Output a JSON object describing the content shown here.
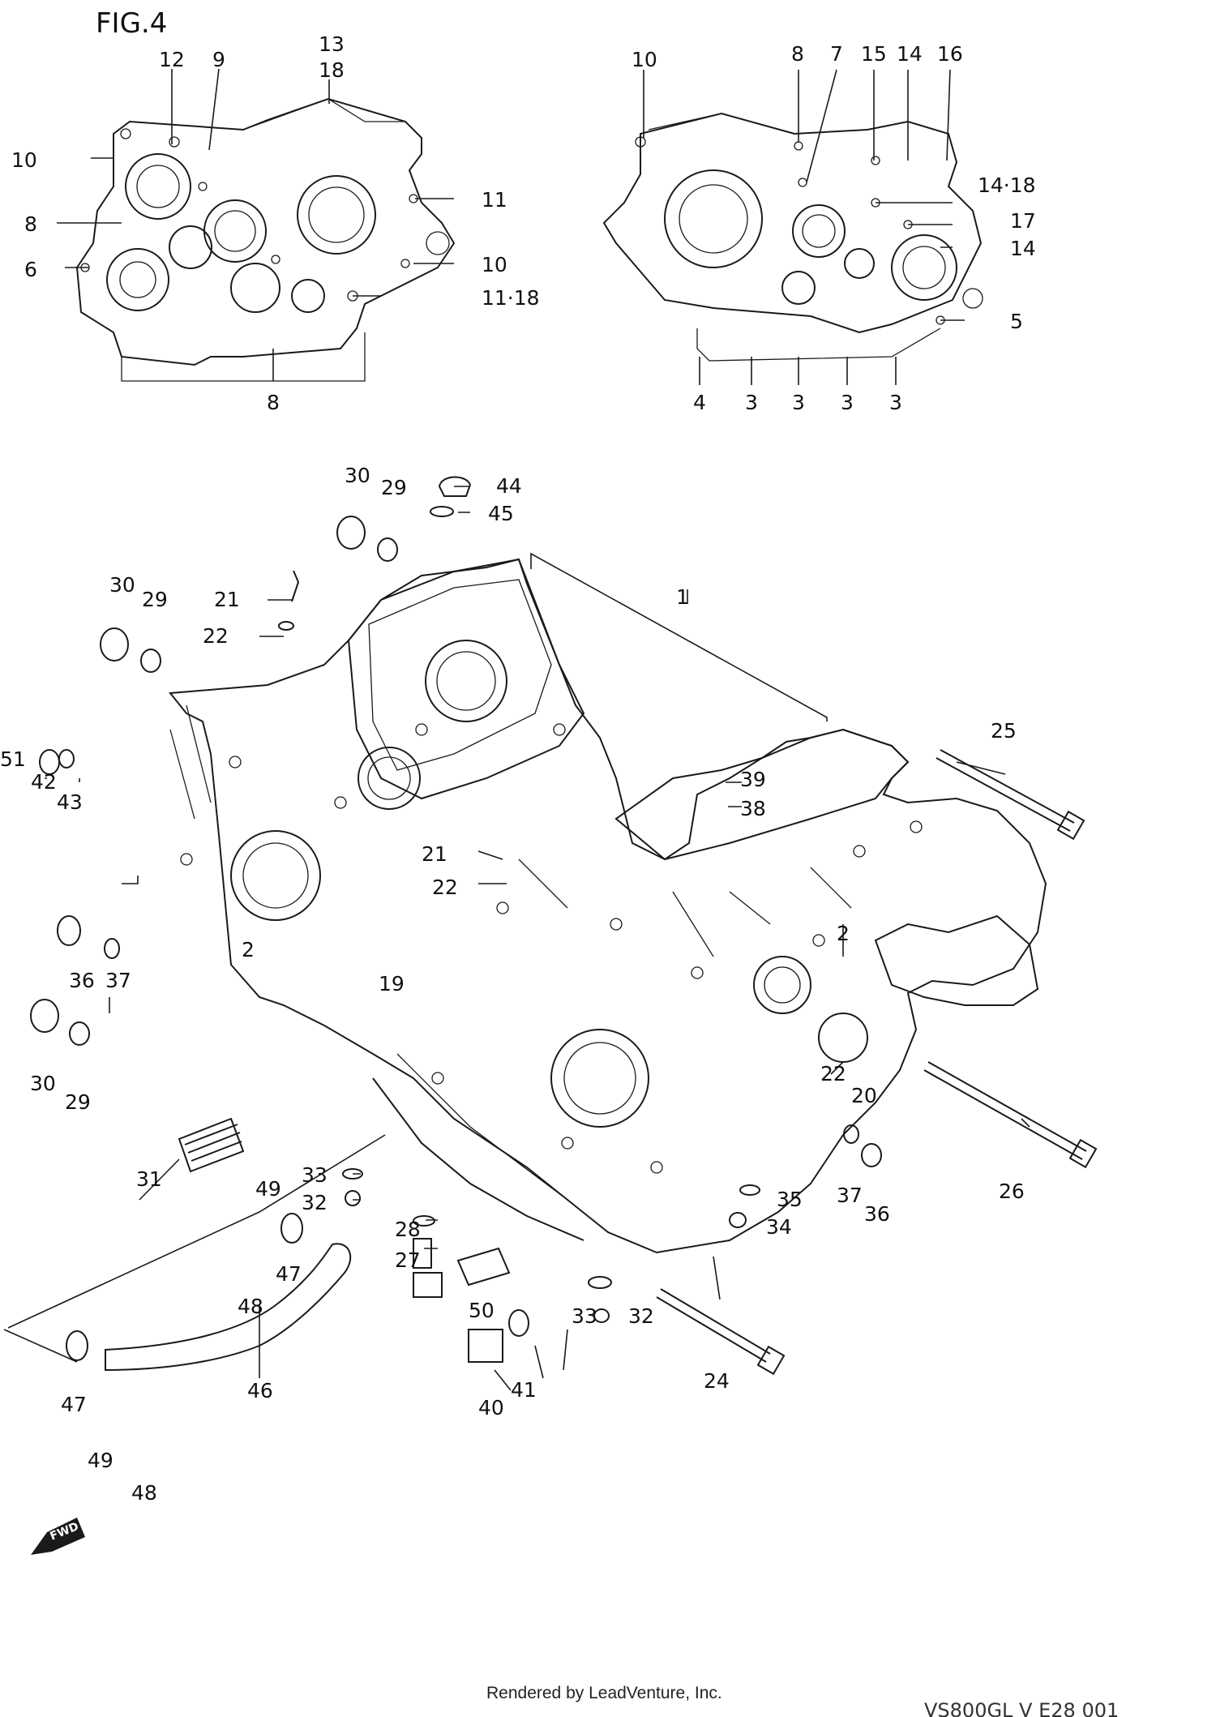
{
  "figure": {
    "title": "FIG.4",
    "footer": "Rendered by LeadVenture, Inc.",
    "drawing_code": "VS800GL V E28  001",
    "fwd_label": "FWD"
  },
  "callouts": [
    {
      "id": "c-12",
      "text": "12"
    },
    {
      "id": "c-9",
      "text": "9"
    },
    {
      "id": "c-13a",
      "text": "13"
    },
    {
      "id": "c-18a",
      "text": "18"
    },
    {
      "id": "c-10a",
      "text": "10"
    },
    {
      "id": "c-11a",
      "text": "11"
    },
    {
      "id": "c-8a",
      "text": "8"
    },
    {
      "id": "c-10b",
      "text": "10"
    },
    {
      "id": "c-6",
      "text": "6"
    },
    {
      "id": "c-11-18a",
      "text": "11·18"
    },
    {
      "id": "c-8b",
      "text": "8"
    },
    {
      "id": "c-10c",
      "text": "10"
    },
    {
      "id": "c-8c",
      "text": "8"
    },
    {
      "id": "c-7",
      "text": "7"
    },
    {
      "id": "c-15",
      "text": "15"
    },
    {
      "id": "c-14a",
      "text": "14"
    },
    {
      "id": "c-16",
      "text": "16"
    },
    {
      "id": "c-14-18",
      "text": "14·18"
    },
    {
      "id": "c-17",
      "text": "17"
    },
    {
      "id": "c-14b",
      "text": "14"
    },
    {
      "id": "c-5",
      "text": "5"
    },
    {
      "id": "c-4",
      "text": "4"
    },
    {
      "id": "c-3a",
      "text": "3"
    },
    {
      "id": "c-3b",
      "text": "3"
    },
    {
      "id": "c-3c",
      "text": "3"
    },
    {
      "id": "c-3d",
      "text": "3"
    },
    {
      "id": "c-30a",
      "text": "30"
    },
    {
      "id": "c-29a",
      "text": "29"
    },
    {
      "id": "c-44",
      "text": "44"
    },
    {
      "id": "c-45",
      "text": "45"
    },
    {
      "id": "c-1",
      "text": "1"
    },
    {
      "id": "c-30b",
      "text": "30"
    },
    {
      "id": "c-29b",
      "text": "29"
    },
    {
      "id": "c-21a",
      "text": "21"
    },
    {
      "id": "c-22a",
      "text": "22"
    },
    {
      "id": "c-25",
      "text": "25"
    },
    {
      "id": "c-51",
      "text": "51"
    },
    {
      "id": "c-42",
      "text": "42"
    },
    {
      "id": "c-43",
      "text": "43"
    },
    {
      "id": "c-39",
      "text": "39"
    },
    {
      "id": "c-38",
      "text": "38"
    },
    {
      "id": "c-21b",
      "text": "21"
    },
    {
      "id": "c-22b",
      "text": "22"
    },
    {
      "id": "c-2a",
      "text": "2"
    },
    {
      "id": "c-2b",
      "text": "2"
    },
    {
      "id": "c-36a",
      "text": "36"
    },
    {
      "id": "c-37a",
      "text": "37"
    },
    {
      "id": "c-19",
      "text": "19"
    },
    {
      "id": "c-30c",
      "text": "30"
    },
    {
      "id": "c-29c",
      "text": "29"
    },
    {
      "id": "c-22c",
      "text": "22"
    },
    {
      "id": "c-20",
      "text": "20"
    },
    {
      "id": "c-31",
      "text": "31"
    },
    {
      "id": "c-26",
      "text": "26"
    },
    {
      "id": "c-33a",
      "text": "33"
    },
    {
      "id": "c-32a",
      "text": "32"
    },
    {
      "id": "c-49a",
      "text": "49"
    },
    {
      "id": "c-37b",
      "text": "37"
    },
    {
      "id": "c-36b",
      "text": "36"
    },
    {
      "id": "c-35",
      "text": "35"
    },
    {
      "id": "c-34",
      "text": "34"
    },
    {
      "id": "c-28",
      "text": "28"
    },
    {
      "id": "c-27",
      "text": "27"
    },
    {
      "id": "c-47a",
      "text": "47"
    },
    {
      "id": "c-48a",
      "text": "48"
    },
    {
      "id": "c-50",
      "text": "50"
    },
    {
      "id": "c-33b",
      "text": "33"
    },
    {
      "id": "c-32b",
      "text": "32"
    },
    {
      "id": "c-24",
      "text": "24"
    },
    {
      "id": "c-46",
      "text": "46"
    },
    {
      "id": "c-47b",
      "text": "47"
    },
    {
      "id": "c-40",
      "text": "40"
    },
    {
      "id": "c-41",
      "text": "41"
    },
    {
      "id": "c-49b",
      "text": "49"
    },
    {
      "id": "c-48b",
      "text": "48"
    }
  ]
}
